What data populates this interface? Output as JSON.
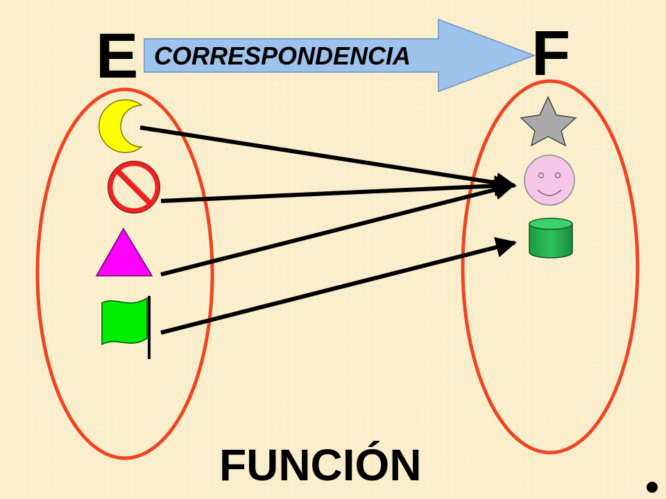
{
  "sets": {
    "domain_label": "E",
    "codomain_label": "F"
  },
  "banner": {
    "text": "CORRESPONDENCIA"
  },
  "bottom_title": "FUNCIÓN",
  "colors": {
    "set_outline": "#ee4422",
    "banner_fill": "#9dc3ec",
    "moon": "#ffff00",
    "no_sign": "#ee2222",
    "triangle": "#ff00ff",
    "flag": "#00ee00",
    "star": "#aaaaaa",
    "smiley": "#f6c6ea",
    "cylinder": "#22b04c",
    "mapping_arrow": "#000000"
  },
  "domain_elements": [
    "moon-icon",
    "no-sign-icon",
    "triangle-icon",
    "flag-icon"
  ],
  "codomain_elements": [
    "star-icon",
    "smiley-icon",
    "cylinder-icon"
  ],
  "mapping": [
    {
      "from": "moon-icon",
      "to": "smiley-icon"
    },
    {
      "from": "no-sign-icon",
      "to": "smiley-icon"
    },
    {
      "from": "triangle-icon",
      "to": "smiley-icon"
    },
    {
      "from": "flag-icon",
      "to": "cylinder-icon"
    }
  ]
}
